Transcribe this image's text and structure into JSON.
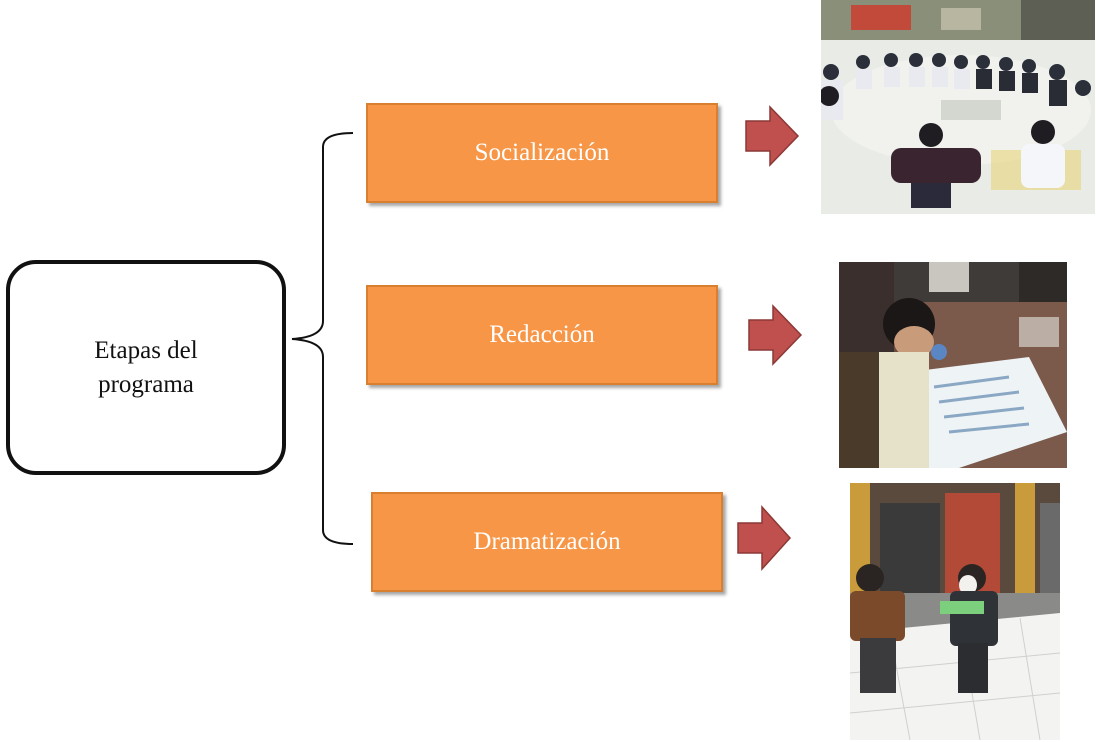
{
  "root": {
    "label": "Etapas del programa"
  },
  "stages": [
    {
      "label": "Socialización"
    },
    {
      "label": "Redacción"
    },
    {
      "label": "Dramatización"
    }
  ],
  "colors": {
    "stage_fill": "#f79646",
    "stage_border": "#d8802f",
    "arrow_fill": "#c0504d",
    "arrow_border": "#8c3836",
    "outline": "#111111"
  },
  "icons": [
    "right-arrow-icon",
    "brace-icon"
  ]
}
